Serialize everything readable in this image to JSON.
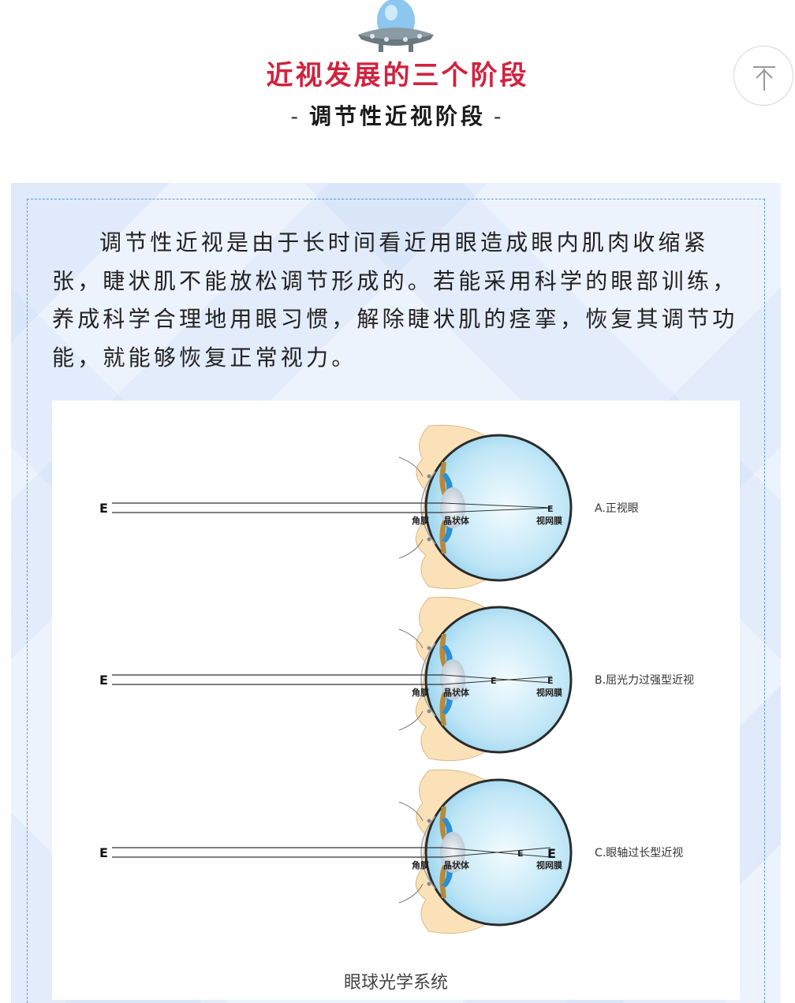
{
  "header": {
    "title": "近视发展的三个阶段",
    "subtitle": "调节性近视阶段",
    "dash_left": "-",
    "dash_right": "-"
  },
  "body": {
    "paragraph": "调节性近视是由于长时间看近用眼造成眼内肌肉收缩紧张，睫状肌不能放松调节形成的。若能采用科学的眼部训练，养成科学合理地用眼习惯，解除睫状肌的痉挛，恢复其调节功能，就能够恢复正常视力。"
  },
  "figure": {
    "caption": "眼球光学系统",
    "letter": "E",
    "cornea_label": "角膜",
    "lens_label": "晶状体",
    "retina_label": "视网膜",
    "diagrams": [
      {
        "label": "A.正视眼"
      },
      {
        "label": "B.屈光力过强型近视"
      },
      {
        "label": "C.眼轴过长型近视"
      }
    ]
  },
  "colors": {
    "title_red": "#d2223f",
    "border_blue": "#5a9bd8",
    "card_bg": "#edf3fd"
  },
  "icons": {
    "top_button": "arrow-up-to-top-icon",
    "header_decoration": "ufo-icon"
  }
}
